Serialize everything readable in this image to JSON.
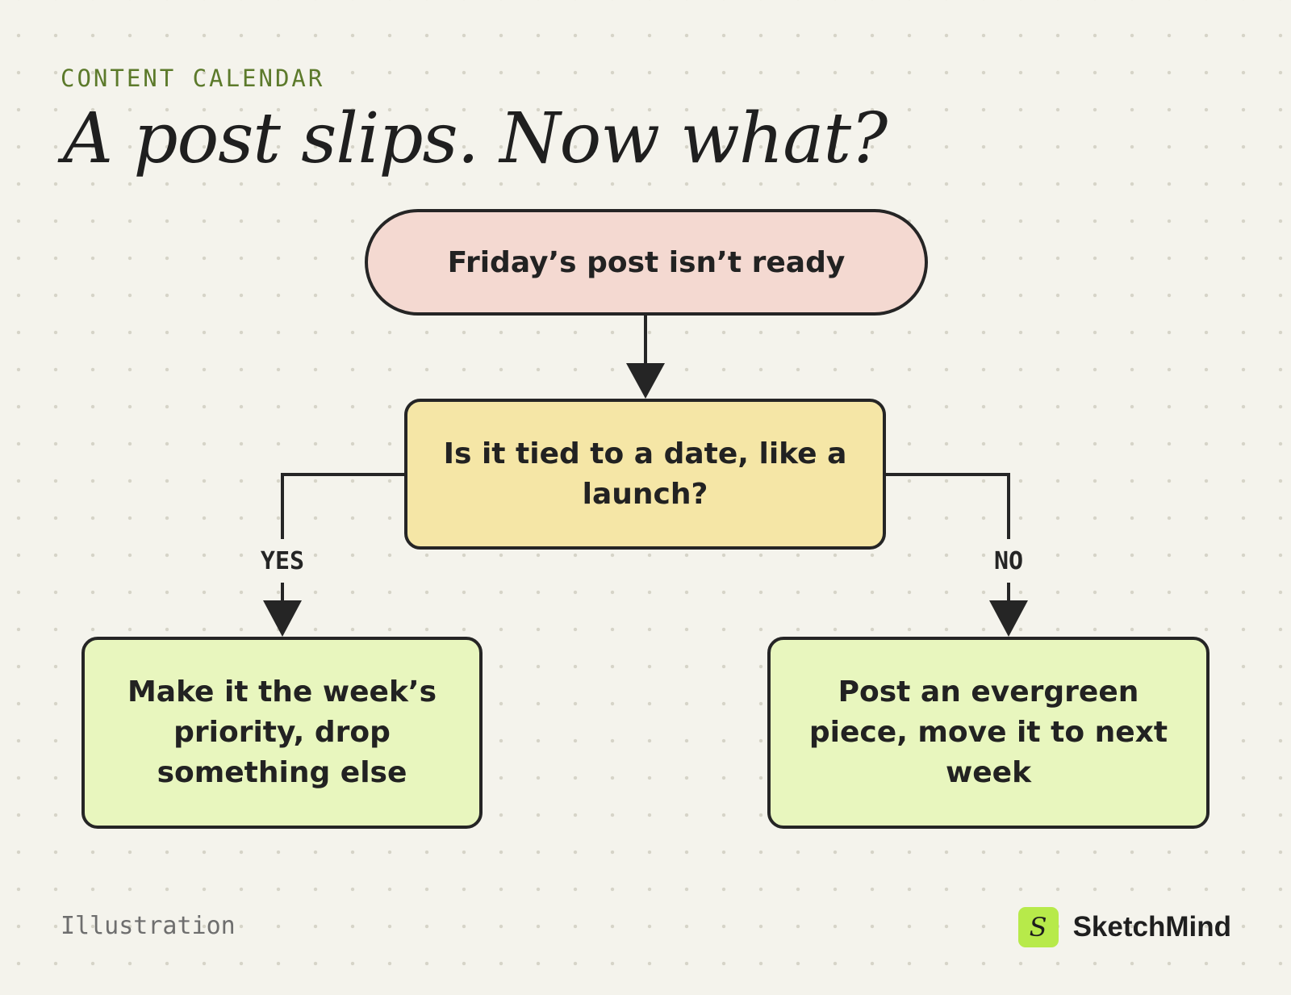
{
  "header": {
    "eyebrow": "CONTENT CALENDAR",
    "title": "A post slips. Now what?"
  },
  "flowchart": {
    "start": "Friday’s post isn’t ready",
    "decision": "Is it tied to a date, like a launch?",
    "yes_label": "YES",
    "no_label": "NO",
    "yes_outcome": "Make it the week’s priority, drop something else",
    "no_outcome": "Post an evergreen piece, move it to next week"
  },
  "colors": {
    "start_fill": "#f4d9d1",
    "decision_fill": "#f5e6a6",
    "outcome_fill": "#e8f6be",
    "accent": "#b7ea4a",
    "eyebrow": "#5c7a2b"
  },
  "footer": {
    "label": "Illustration",
    "brand_logo_letter": "S",
    "brand_name": "SketchMind"
  }
}
